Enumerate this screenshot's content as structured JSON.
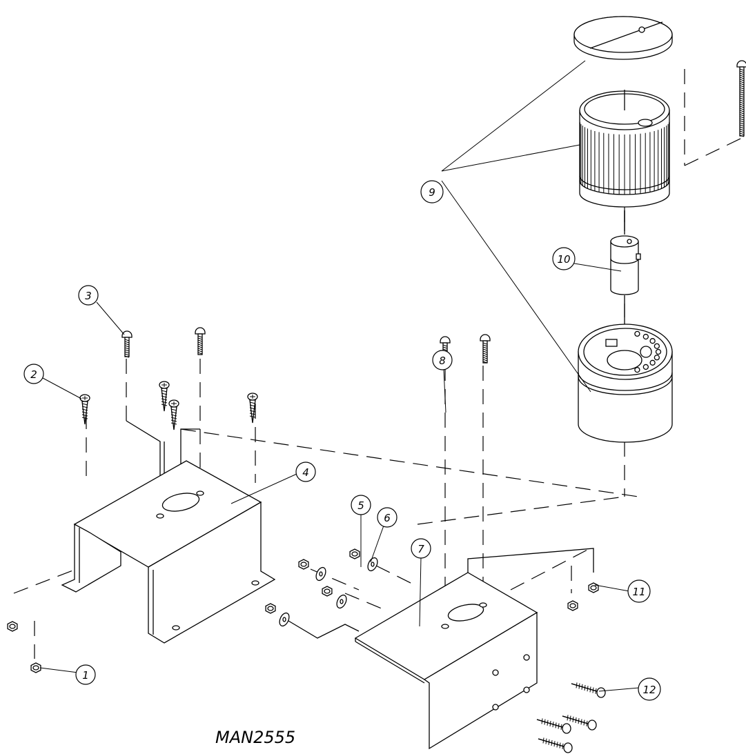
{
  "drawing": {
    "number": "MAN2555",
    "callouts": [
      {
        "label": "1"
      },
      {
        "label": "2"
      },
      {
        "label": "3"
      },
      {
        "label": "4"
      },
      {
        "label": "5"
      },
      {
        "label": "6"
      },
      {
        "label": "7"
      },
      {
        "label": "8"
      },
      {
        "label": "9"
      },
      {
        "label": "10"
      },
      {
        "label": "11"
      },
      {
        "label": "12"
      }
    ]
  }
}
